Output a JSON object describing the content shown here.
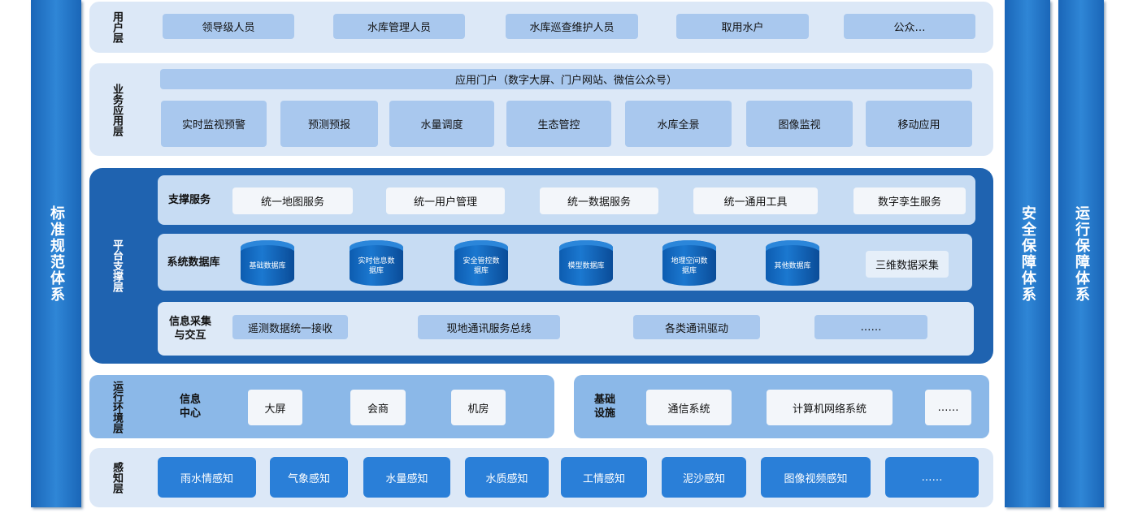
{
  "side": {
    "left": "标准规范体系",
    "right1": "安全保障体系",
    "right2": "运行保障体系"
  },
  "user_layer": {
    "label": "用户层",
    "items": [
      "领导级人员",
      "水库管理人员",
      "水库巡查维护人员",
      "取用水户",
      "公众…"
    ]
  },
  "business_layer": {
    "label": "业务应用层",
    "portal": "应用门户（数字大屏、门户网站、微信公众号）",
    "items": [
      "实时监视预警",
      "预测预报",
      "水量调度",
      "生态管控",
      "水库全景",
      "图像监视",
      "移动应用"
    ]
  },
  "platform_layer": {
    "label": "平台支撑层",
    "support": {
      "label": "支撑服务",
      "items": [
        "统一地图服务",
        "统一用户管理",
        "统一数据服务",
        "统一通用工具",
        "数字孪生服务"
      ]
    },
    "database": {
      "label": "系统数据库",
      "items": [
        "基础数据库",
        "实时信息数据库",
        "安全管控数据库",
        "模型数据库",
        "地理空间数据库",
        "其他数据库"
      ],
      "extra": "三维数据采集"
    },
    "collect": {
      "label": "信息采集与交互",
      "items": [
        "遥测数据统一接收",
        "现地通讯服务总线",
        "各类通讯驱动",
        "……"
      ]
    }
  },
  "env_layer": {
    "label": "运行环境层",
    "info_center": {
      "label": "信息中心",
      "items": [
        "大屏",
        "会商",
        "机房"
      ]
    },
    "infra": {
      "label": "基础设施",
      "items": [
        "通信系统",
        "计算机网络系统",
        "……"
      ]
    }
  },
  "sense_layer": {
    "label": "感知层",
    "items": [
      "雨水情感知",
      "气象感知",
      "水量感知",
      "水质感知",
      "工情感知",
      "泥沙感知",
      "图像视频感知",
      "……"
    ]
  }
}
